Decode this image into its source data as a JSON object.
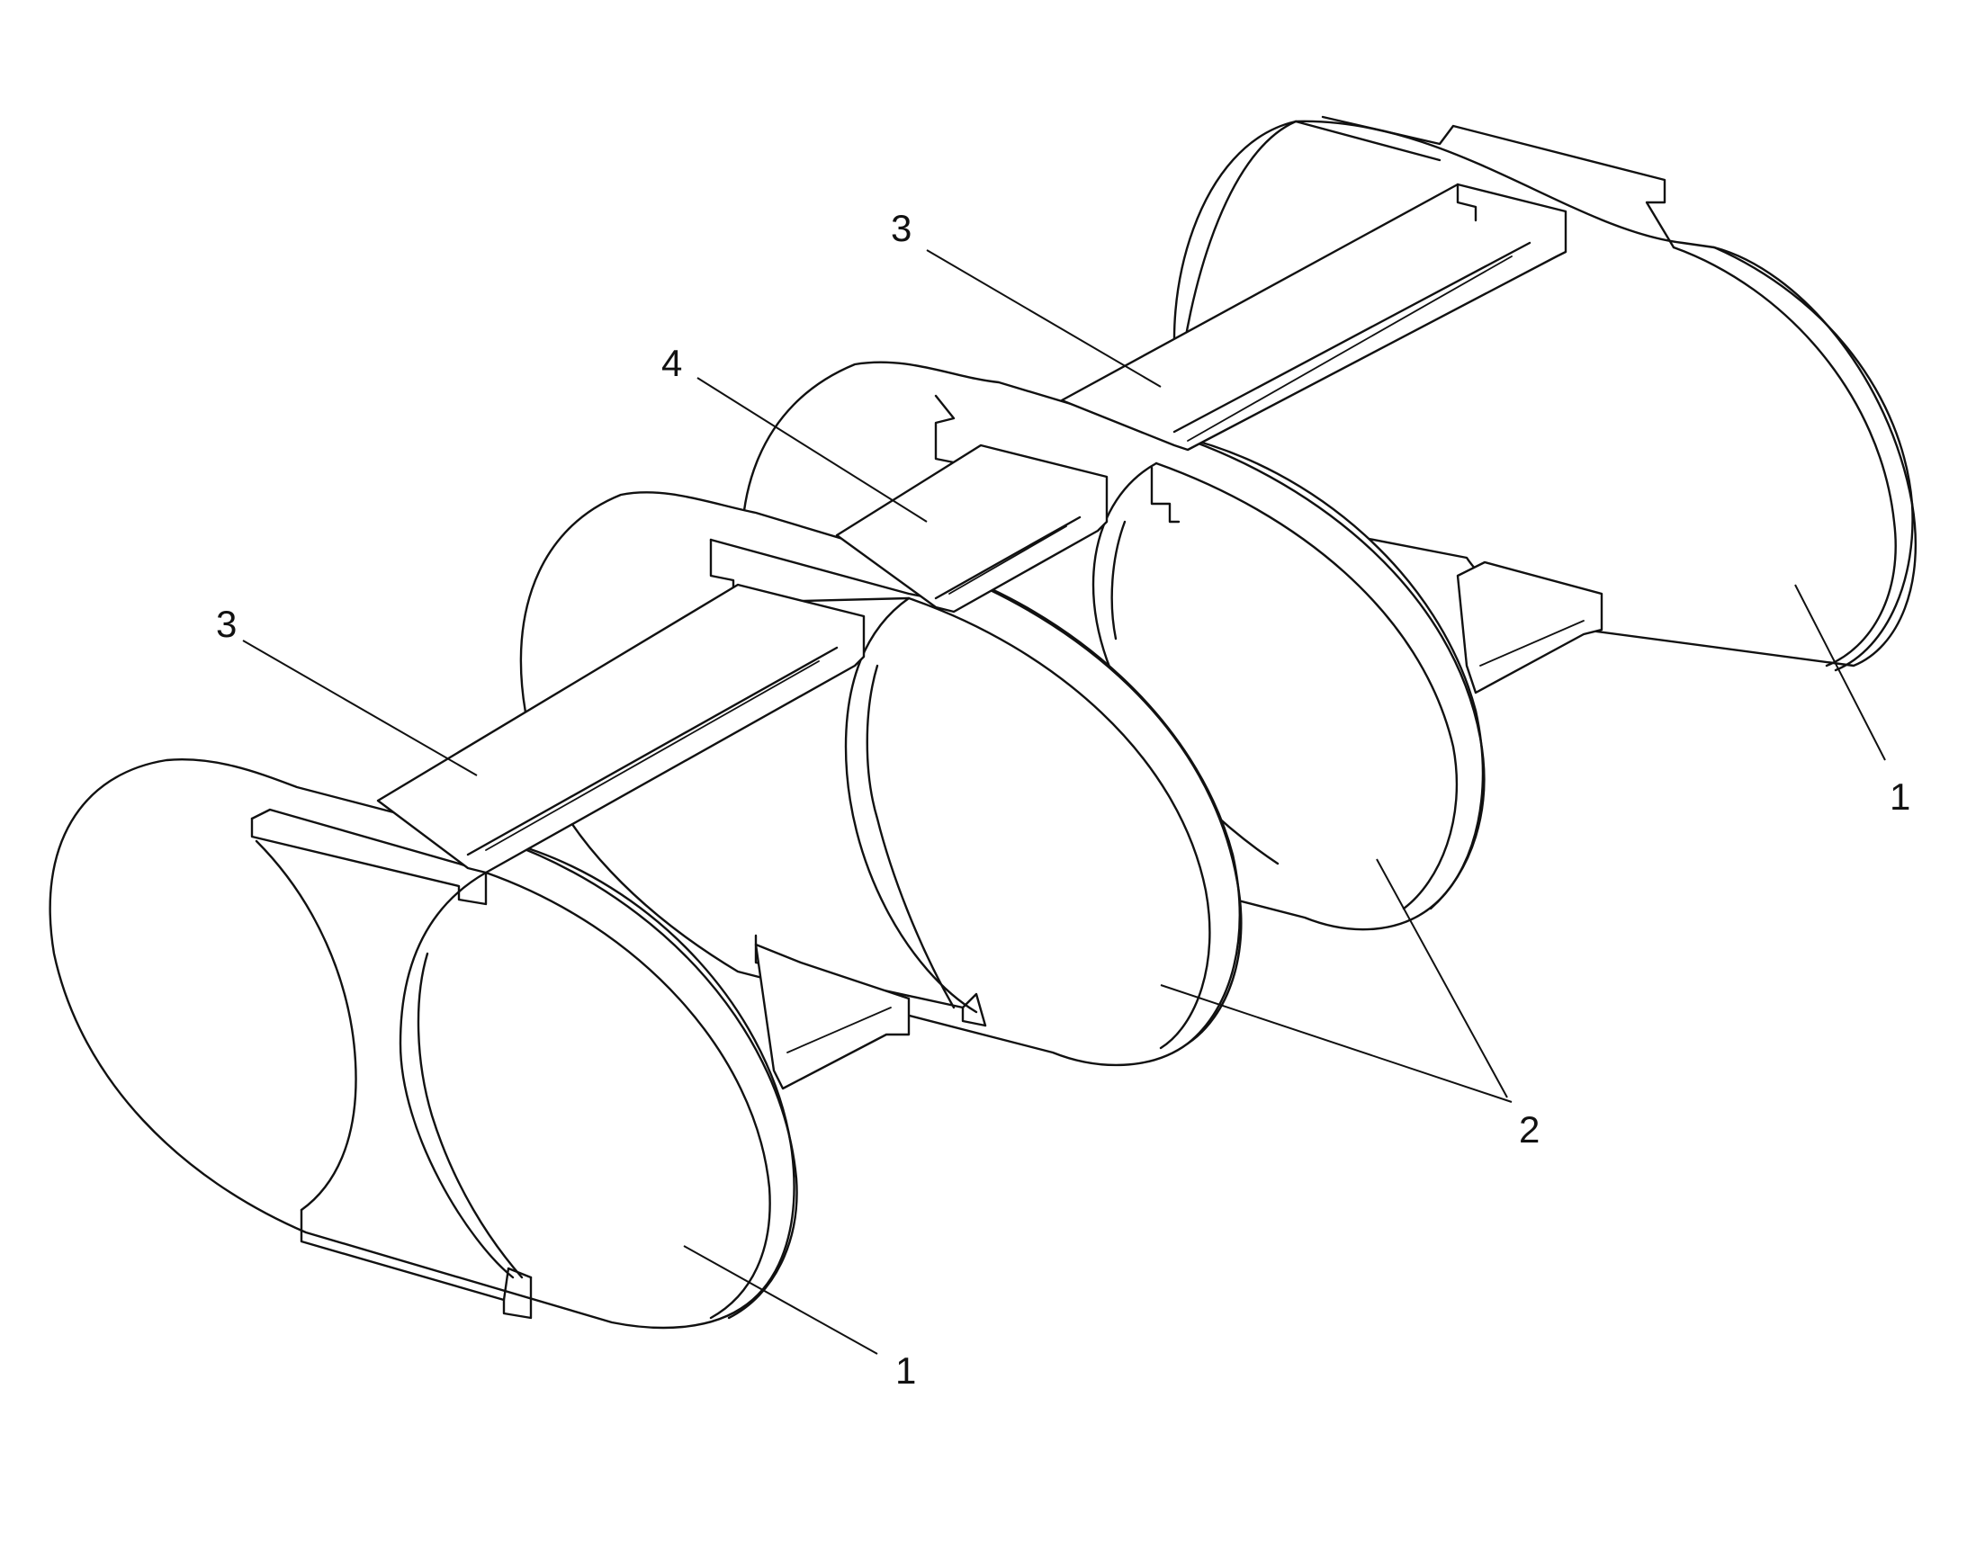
{
  "labels": {
    "top_3": "3",
    "top_4": "4",
    "left_3": "3",
    "right_1": "1",
    "bottom_2": "2",
    "bottom_1": "1"
  }
}
